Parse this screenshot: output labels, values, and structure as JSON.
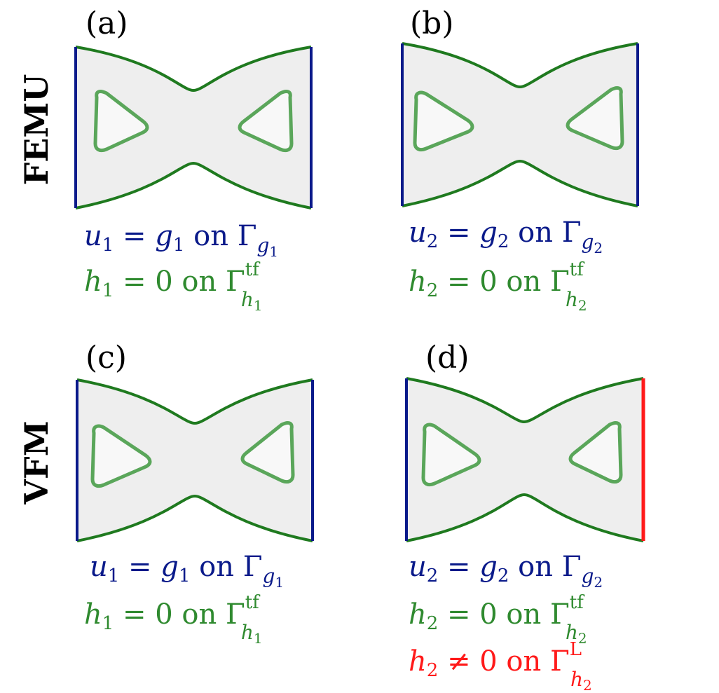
{
  "rows": {
    "top_label": "FEMU",
    "bottom_label": "VFM"
  },
  "colors": {
    "dirichlet": "#0a1a8a",
    "traction_free": "#2f8a2f",
    "load": "#ff1a1a",
    "hole_stroke": "#5aa65a",
    "specimen_fill": "#eeeeee",
    "hole_fill": "#f8f8f8"
  },
  "panels": {
    "a": {
      "tag": "(a)",
      "eq1": {
        "u": "u",
        "u_sub": "1",
        "rel": " = ",
        "g": "g",
        "g_sub": "1",
        "on": " on Γ",
        "G_sub": "g",
        "G_subsub": "1"
      },
      "eq2": {
        "h": "h",
        "h_sub": "1",
        "rel": " = 0 on Γ",
        "sup": "tf",
        "sub": "h",
        "subsub": "1"
      }
    },
    "b": {
      "tag": "(b)",
      "eq1": {
        "u": "u",
        "u_sub": "2",
        "rel": " = ",
        "g": "g",
        "g_sub": "2",
        "on": " on Γ",
        "G_sub": "g",
        "G_subsub": "2"
      },
      "eq2": {
        "h": "h",
        "h_sub": "2",
        "rel": " = 0 on Γ",
        "sup": "tf",
        "sub": "h",
        "subsub": "2"
      }
    },
    "c": {
      "tag": "(c)",
      "eq1": {
        "u": "u",
        "u_sub": "1",
        "rel": " = ",
        "g": "g",
        "g_sub": "1",
        "on": " on Γ",
        "G_sub": "g",
        "G_subsub": "1"
      },
      "eq2": {
        "h": "h",
        "h_sub": "1",
        "rel": " = 0 on Γ",
        "sup": "tf",
        "sub": "h",
        "subsub": "1"
      }
    },
    "d": {
      "tag": "(d)",
      "eq1": {
        "u": "u",
        "u_sub": "2",
        "rel": " = ",
        "g": "g",
        "g_sub": "2",
        "on": " on Γ",
        "G_sub": "g",
        "G_subsub": "2"
      },
      "eq2": {
        "h": "h",
        "h_sub": "2",
        "rel": " = 0 on Γ",
        "sup": "tf",
        "sub": "h",
        "subsub": "2"
      },
      "eq3": {
        "h": "h",
        "h_sub": "2",
        "rel": " ≠ 0 on Γ",
        "sup": "L",
        "sub": "h",
        "subsub": "2"
      }
    }
  }
}
